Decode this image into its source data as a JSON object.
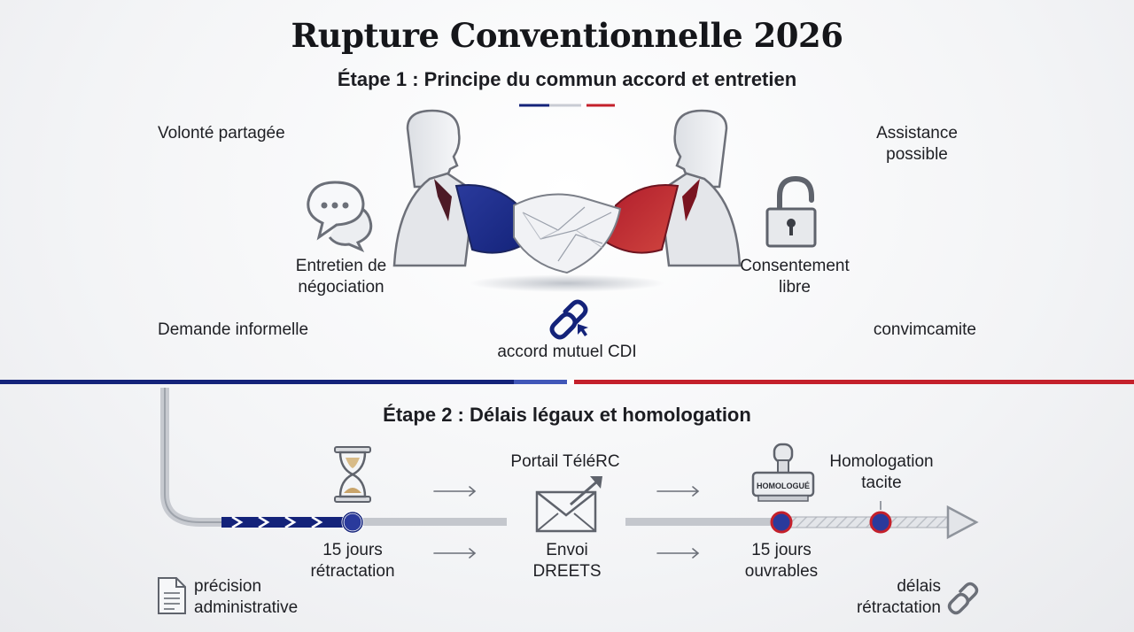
{
  "header": {
    "title": "Rupture Conventionnelle 2026",
    "subtitle": "Étape 1 : Principe du commun accord et entretien"
  },
  "step1": {
    "left_top": "Volonté partagée",
    "left_mid": [
      "Entretien de",
      "négociation"
    ],
    "left_bottom": "Demande informelle",
    "right_top": [
      "Assistance",
      "possible"
    ],
    "right_mid": [
      "Consentement",
      "libre"
    ],
    "right_bottom": "convimcamite",
    "center": "accord mutuel CDI"
  },
  "step2": {
    "title": "Étape 2 : Délais légaux et homologation",
    "portal": "Portail TéléRC",
    "retraction": [
      "15 jours",
      "rétractation"
    ],
    "envoi": [
      "Envoi",
      "DREETS"
    ],
    "ouvrables": [
      "15 jours",
      "ouvrables"
    ],
    "homologation": [
      "Homologation",
      "tacite"
    ],
    "stamp": "HOMOLOGUÉ",
    "footer_left": [
      "précision",
      "administrative"
    ],
    "footer_right": [
      "délais",
      "rétractation"
    ]
  },
  "colors": {
    "navy": "#14237a",
    "red": "#c4202b",
    "ink": "#1c1d22",
    "grey": "#7b7f88"
  },
  "icons": [
    "speech-bubble-icon",
    "padlock-icon",
    "link-icon",
    "hourglass-icon",
    "envelope-icon",
    "stamp-icon",
    "document-icon",
    "chain-icon",
    "arrow-icon"
  ]
}
